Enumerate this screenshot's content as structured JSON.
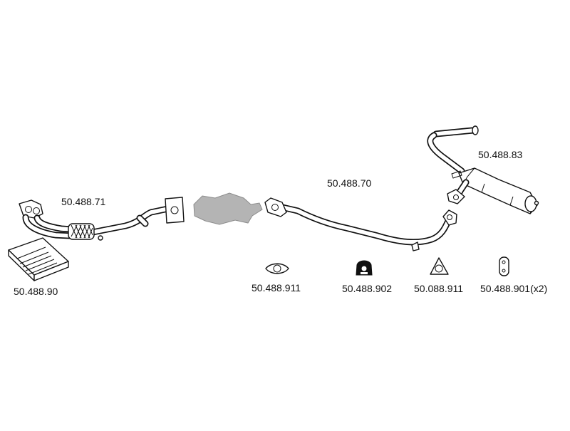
{
  "parts": {
    "front_pipe": {
      "number": "50.488.71"
    },
    "fitting_kit": {
      "number": "50.488.90"
    },
    "middle_pipe": {
      "number": "50.488.70"
    },
    "rear_silencer": {
      "number": "50.488.83"
    },
    "gasket_front": {
      "number": "50.488.911"
    },
    "rubber_mount": {
      "number": "50.488.902"
    },
    "gasket_rear": {
      "number": "50.088.911"
    },
    "hanger_strap": {
      "number": "50.488.901(x2)"
    }
  },
  "colors": {
    "line": "#111111",
    "catalyst_fill": "#b4b4b4",
    "background": "#ffffff"
  }
}
